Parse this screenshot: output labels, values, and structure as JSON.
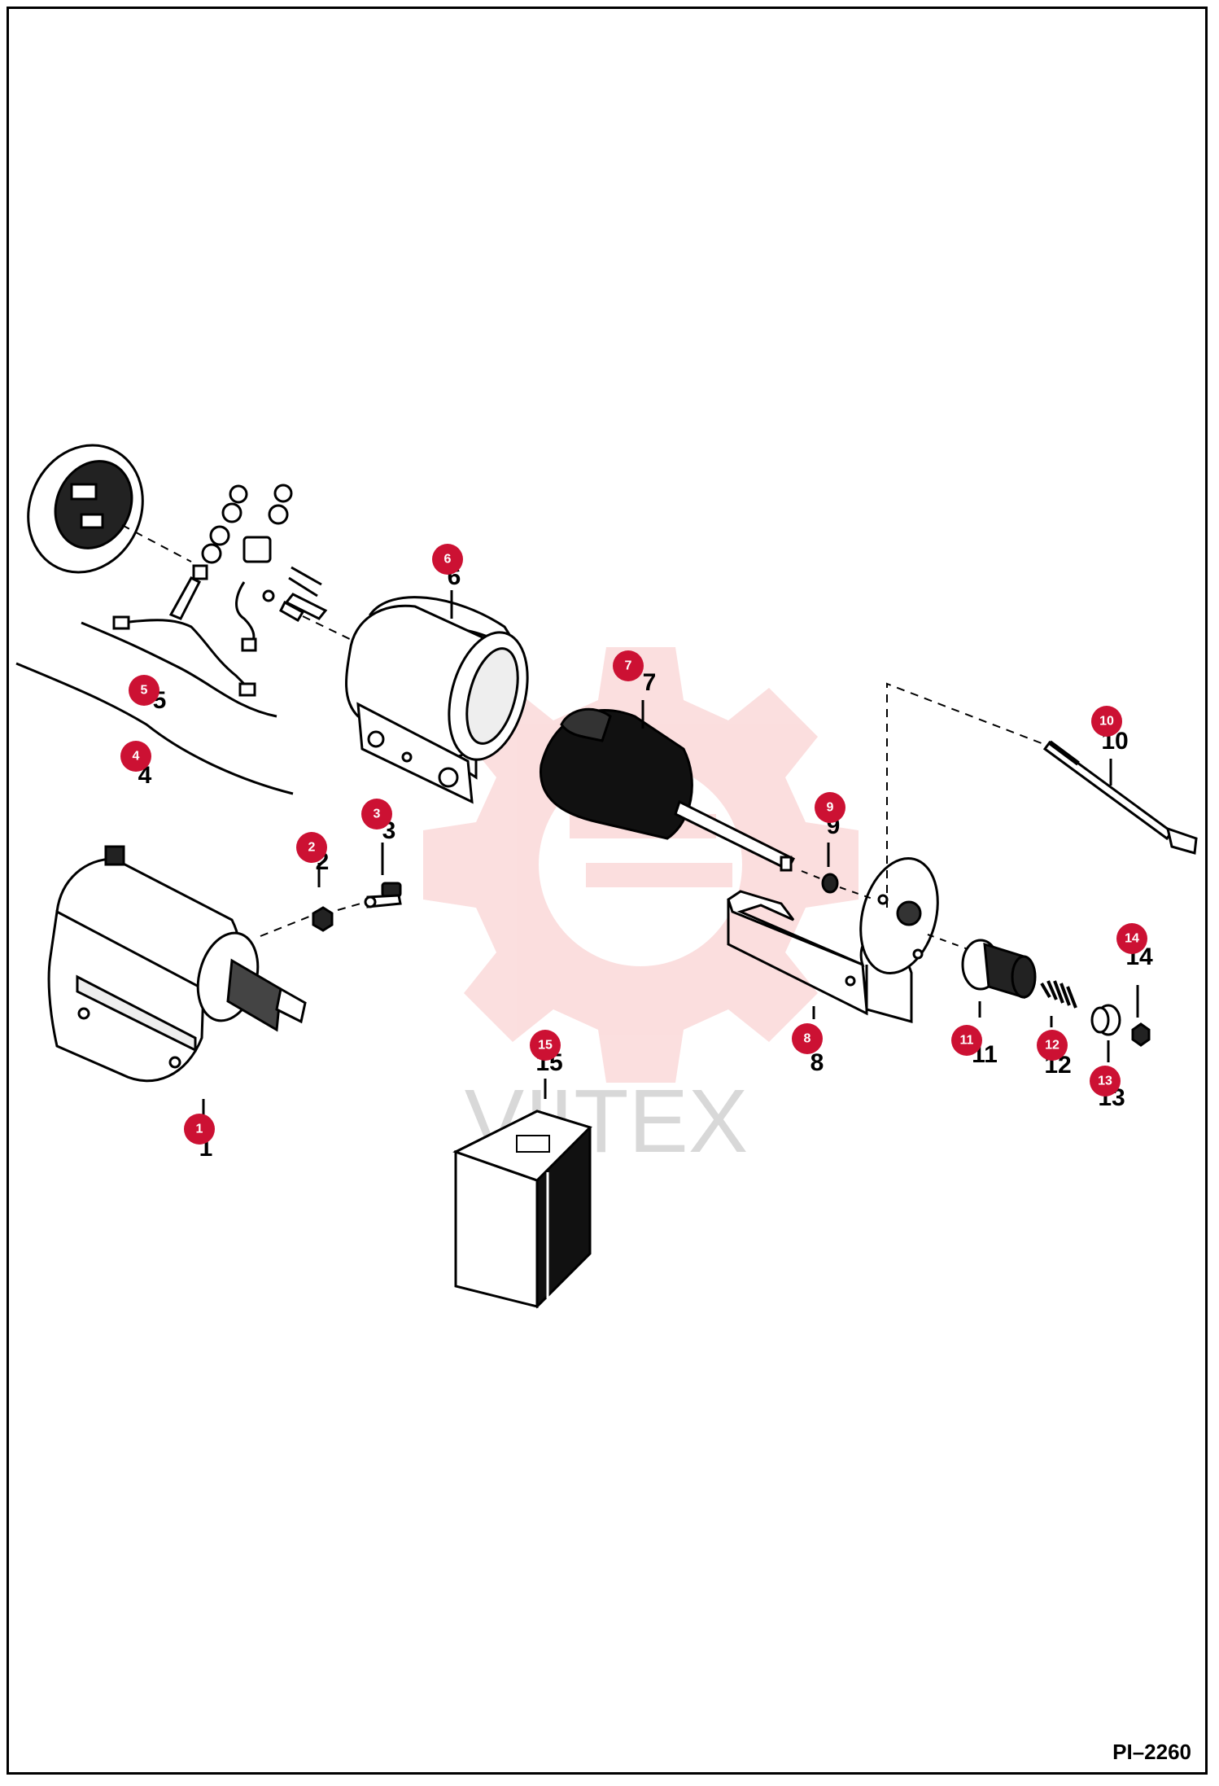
{
  "figure_id": "PI–2260",
  "watermark": "VIITEX",
  "callout_color": "#cc1133",
  "callouts": [
    {
      "label": "1"
    },
    {
      "label": "2"
    },
    {
      "label": "3"
    },
    {
      "label": "4"
    },
    {
      "label": "5"
    },
    {
      "label": "6"
    },
    {
      "label": "7"
    },
    {
      "label": "8"
    },
    {
      "label": "9"
    },
    {
      "label": "10"
    },
    {
      "label": "11"
    },
    {
      "label": "12"
    },
    {
      "label": "13"
    },
    {
      "label": "14"
    },
    {
      "label": "15"
    }
  ]
}
